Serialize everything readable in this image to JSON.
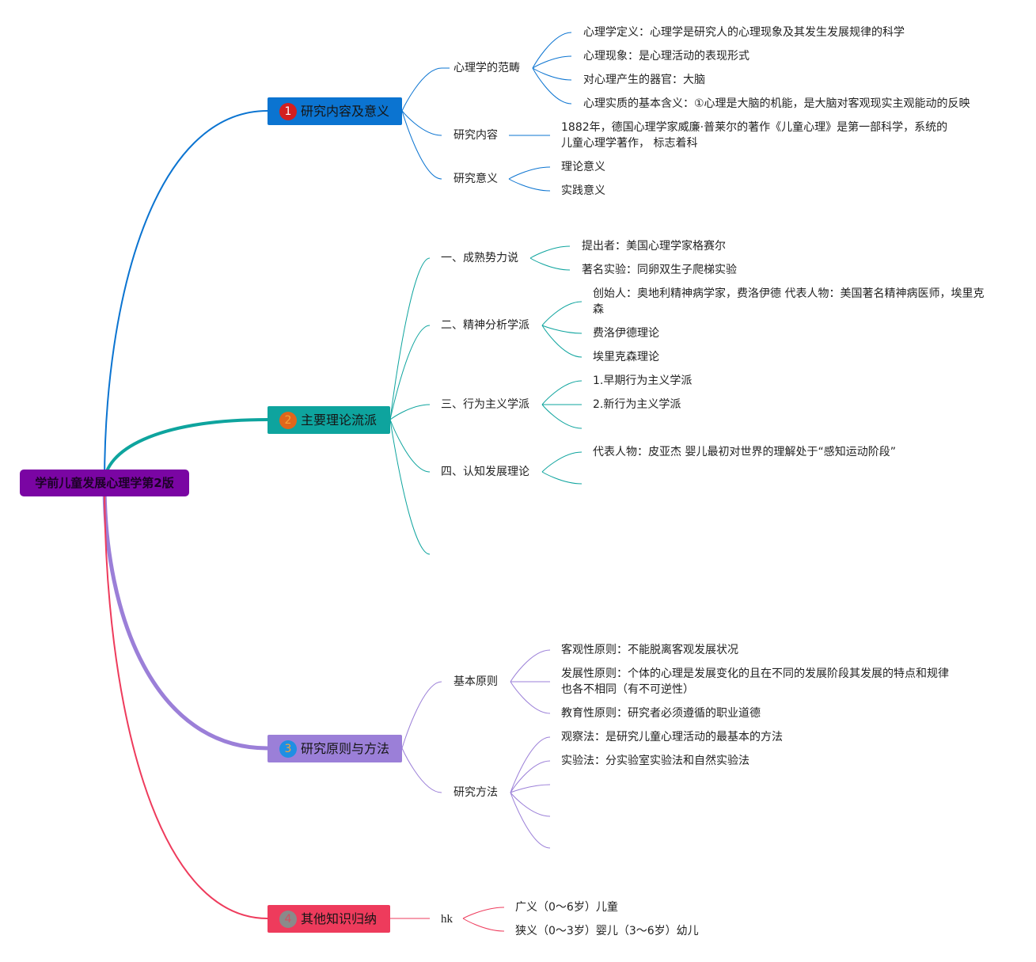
{
  "root": {
    "title": "学前儿童发展心理学第2版"
  },
  "branches": [
    {
      "num": "1",
      "title": "研究内容及意义",
      "color": "#0b74d1",
      "badge_color": "#d31f1f",
      "children": [
        {
          "label": "心理学的范畴",
          "leaves": [
            "心理学定义：心理学是研究人的心理现象及其发生发展规律的科学",
            "心理现象：是心理活动的表现形式",
            "对心理产生的器官：大脑",
            "心理实质的基本含义：①心理是大脑的机能，是大脑对客观现实主观能动的反映"
          ]
        },
        {
          "label": "研究内容",
          "leaves": [
            "1882年，德国心理学家威廉·普莱尔的著作《儿童心理》是第一部科学，系统的儿童心理学著作， 标志着科"
          ]
        },
        {
          "label": "研究意义",
          "leaves": [
            "理论意义",
            "实践意义"
          ]
        }
      ]
    },
    {
      "num": "2",
      "title": "主要理论流派",
      "color": "#0ea49e",
      "badge_color": "#e0661b",
      "children": [
        {
          "label": "一、成熟势力说",
          "leaves": [
            "提出者：美国心理学家格赛尔",
            "著名实验：同卵双生子爬梯实验"
          ]
        },
        {
          "label": "二、精神分析学派",
          "leaves": [
            "创始人：奥地利精神病学家，费洛伊德 代表人物：美国著名精神病医师，埃里克森",
            "费洛伊德理论",
            "埃里克森理论"
          ]
        },
        {
          "label": "三、行为主义学派",
          "leaves": [
            "1.早期行为主义学派",
            "2.新行为主义学派",
            ""
          ]
        },
        {
          "label": "四、认知发展理论",
          "leaves": [
            "代表人物：皮亚杰 婴儿最初对世界的理解处于“感知运动阶段”",
            ""
          ]
        }
      ]
    },
    {
      "num": "3",
      "title": "研究原则与方法",
      "color": "#9b7fd8",
      "badge_color": "#1f8fe3",
      "children": [
        {
          "label": "基本原则",
          "leaves": [
            "客观性原则：不能脱离客观发展状况",
            "发展性原则：个体的心理是发展变化的且在不同的发展阶段其发展的特点和规律也各不相同（有不可逆性）",
            "教育性原则：研究者必须遵循的职业道德"
          ]
        },
        {
          "label": "研究方法",
          "leaves": [
            "观察法：是研究儿童心理活动的最基本的方法",
            "实验法：分实验室实验法和自然实验法",
            "",
            "",
            ""
          ]
        }
      ]
    },
    {
      "num": "4",
      "title": "其他知识归纳",
      "color": "#ee3b5c",
      "badge_color": "#8a8a8a",
      "children": [
        {
          "label": "hk",
          "leaves": [
            "广义（0～6岁）儿童",
            "狭义（0～3岁）婴儿（3～6岁）幼儿"
          ]
        }
      ]
    }
  ]
}
